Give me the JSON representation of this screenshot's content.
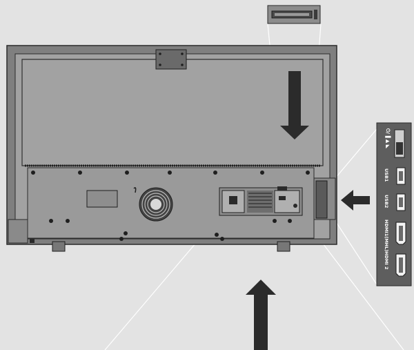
{
  "side_panel": {
    "switch_label": "⏻/▐ ▲ ◣",
    "ports": [
      {
        "label": "USB1",
        "type": "usb",
        "icon": "usb-port-icon"
      },
      {
        "label": "USB2",
        "type": "usb",
        "icon": "usb-port-icon"
      },
      {
        "label": "HDMI1(MHL)",
        "type": "hdmi",
        "icon": "hdmi-port-icon"
      },
      {
        "label": "HDMI 2",
        "type": "hdmi",
        "icon": "hdmi-port-icon"
      }
    ]
  },
  "colors": {
    "background": "#e3e3e3",
    "tv_back": "#a2a2a2",
    "tv_frame": "#7f7f7f",
    "panel_dark": "#5e5e5e",
    "arrow": "#2b2b2b",
    "callout_line": "#ffffff"
  }
}
